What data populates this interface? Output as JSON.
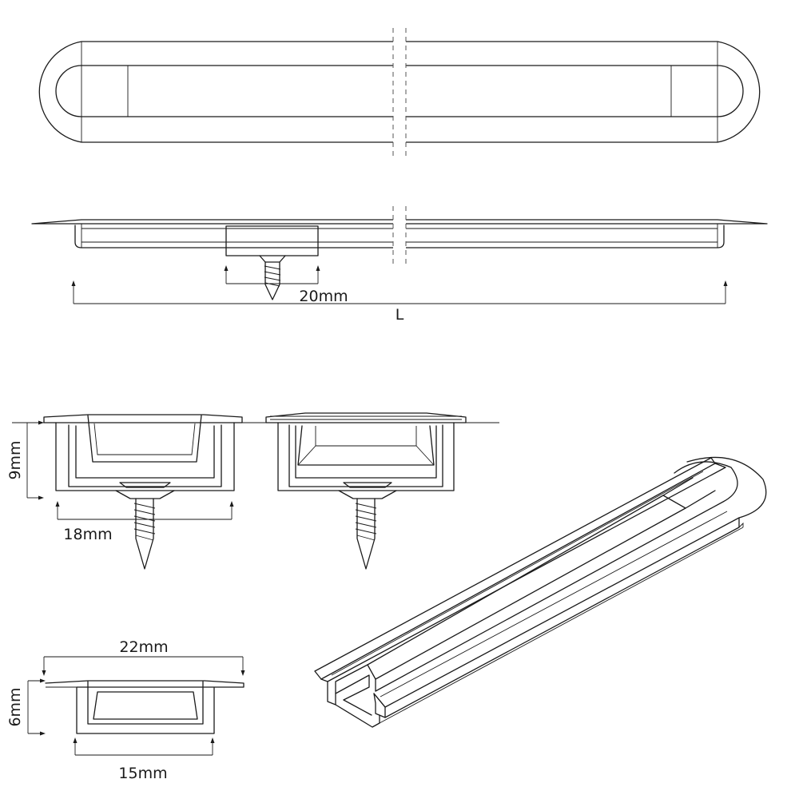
{
  "dimensions": {
    "screw_spacing": "20mm",
    "length": "L",
    "cross_section_height": "9mm",
    "cross_section_inner_width": "18mm",
    "profile_outer_width": "22mm",
    "profile_height": "6mm",
    "profile_inner_width": "15mm"
  }
}
